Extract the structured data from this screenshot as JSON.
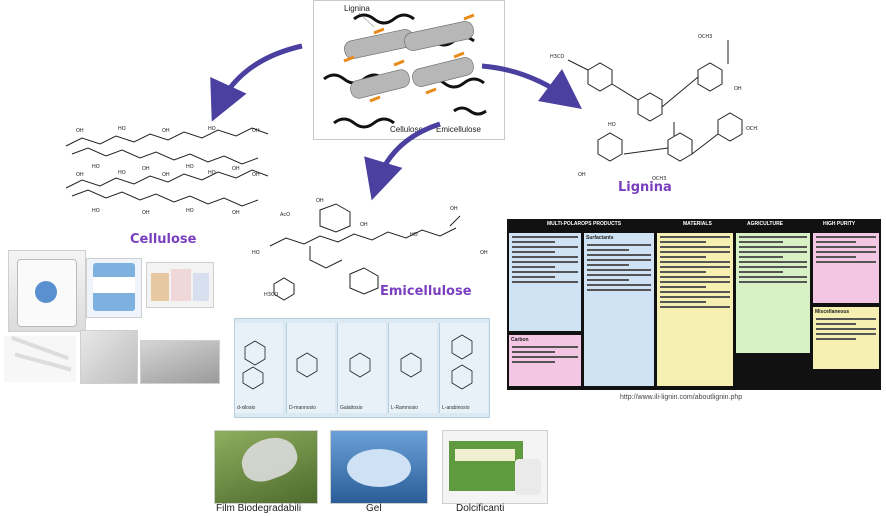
{
  "labels": {
    "lignina_top": "Lignina",
    "cellulose_small": "Cellulose",
    "emicellulose_small": "Emicellulose",
    "cellulose": "Cellulose",
    "lignina": "Lignina",
    "emicellulose": "Emicellulose"
  },
  "sugars": [
    "d-xilosio",
    "D-mannosio",
    "Galattosio",
    "L-Ramnosio",
    "L-arabinosio"
  ],
  "table": {
    "headers": [
      "MULTI-POLAROPS PRODUCTS",
      "MATERIALS",
      "AGRICULTURE",
      "HIGH PURITY"
    ],
    "sub_headers": [
      "Surfactants",
      "Carbon",
      "Miscellaneous"
    ]
  },
  "url": "http://www.ili-lignin.com/aboutlignin.php",
  "captions": {
    "film": "Film Biodegradabili",
    "gel": "Gel",
    "dolcificanti": "Dolcificanti"
  },
  "colors": {
    "arrow": "#4b3fa0",
    "label": "#7a3fbf",
    "table_bg": "#111111",
    "col_blue": "#cfe3f5",
    "col_pink": "#f3c6e3",
    "col_yellow": "#f6efb2",
    "col_green": "#d7f0c4"
  }
}
